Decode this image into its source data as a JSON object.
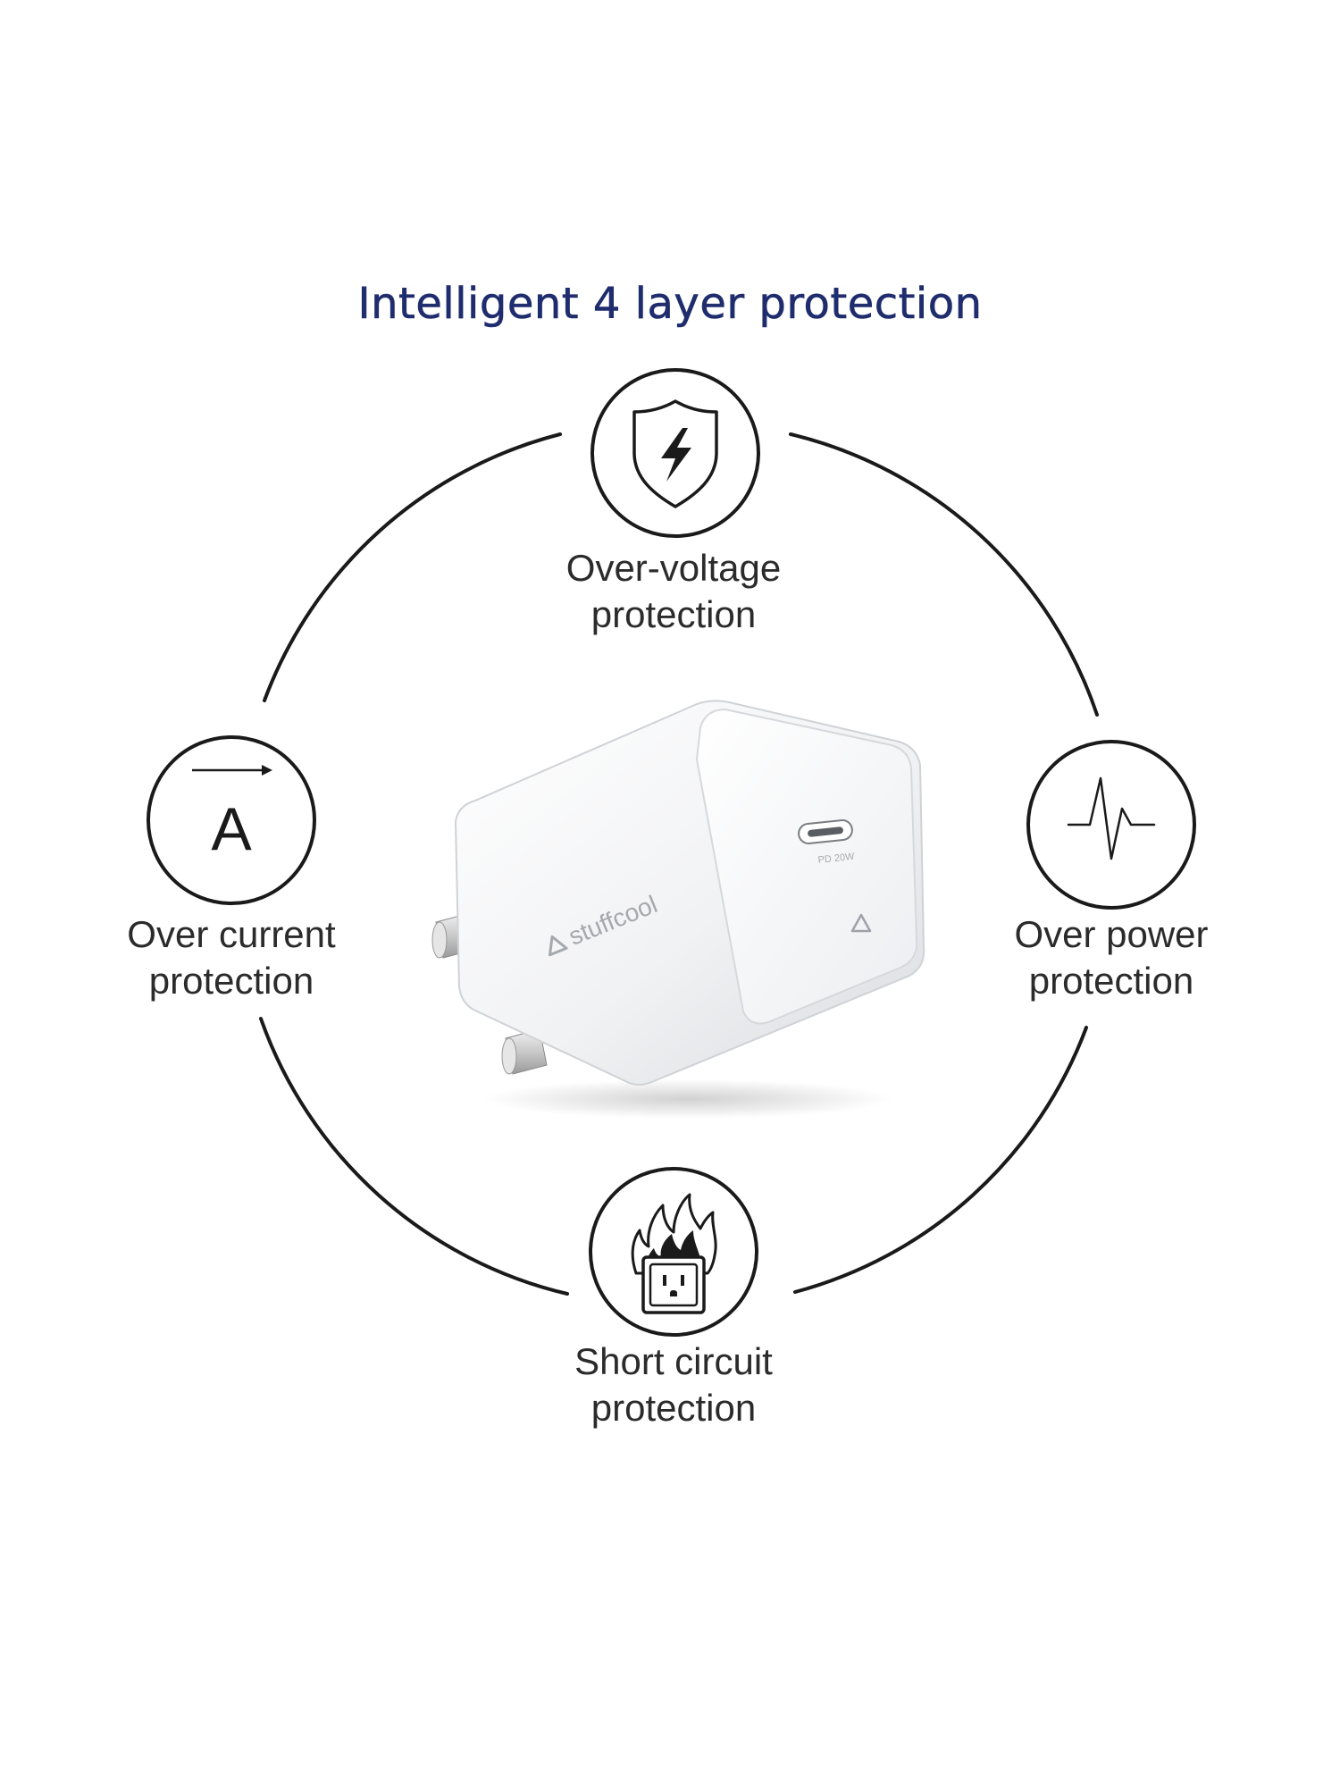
{
  "title": "Intelligent 4 layer protection",
  "colors": {
    "title": "#1f2d6e",
    "ring": "#1a1a1a",
    "label": "#2b2b2b",
    "charger_body": "#f4f5f7"
  },
  "features": {
    "top": {
      "icon": "shield-lightning-icon",
      "line1": "Over-voltage",
      "line2": "protection"
    },
    "left": {
      "icon": "ampere-arrow-icon",
      "glyph": "A",
      "line1": "Over current",
      "line2": "protection"
    },
    "right": {
      "icon": "pulse-wave-icon",
      "line1": "Over power",
      "line2": "protection"
    },
    "bottom": {
      "icon": "burning-socket-icon",
      "line1": "Short circuit",
      "line2": "protection"
    }
  },
  "product": {
    "brand": "stuffcool",
    "port_label": "PD 20W"
  }
}
